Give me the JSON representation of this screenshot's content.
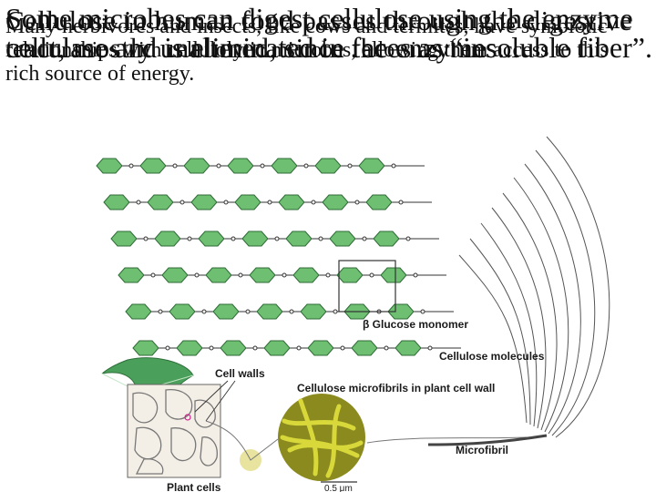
{
  "slide": {
    "text_layer_1": "Cellulose in human food passes through the digestive tract, mostly unaltered, since the enzymes...",
    "text_layer_2": "Many herbivores and insects, like cows and termites, have symbiotic relationships with cellulolytic microbes, allowing them access to this rich source of energy.",
    "text_layer_3": "Some microbes can digest cellulose using the enzyme cellulase and is eliminated in feces as “insoluble fiber”."
  },
  "figure": {
    "labels": {
      "glucose_monomer": "β Glucose monomer",
      "cellulose_molecules": "Cellulose molecules",
      "cell_walls": "Cell walls",
      "microfibrils": "Cellulose microfibrils in plant cell wall",
      "microfibril": "Microfibril",
      "plant_cells": "Plant cells",
      "scale": "0.5 μm"
    },
    "colors": {
      "ring_fill": "#6fbf73",
      "ring_stroke": "#2e6b35",
      "leaf": "#4aa05a",
      "fibril": "#c8c820"
    }
  }
}
